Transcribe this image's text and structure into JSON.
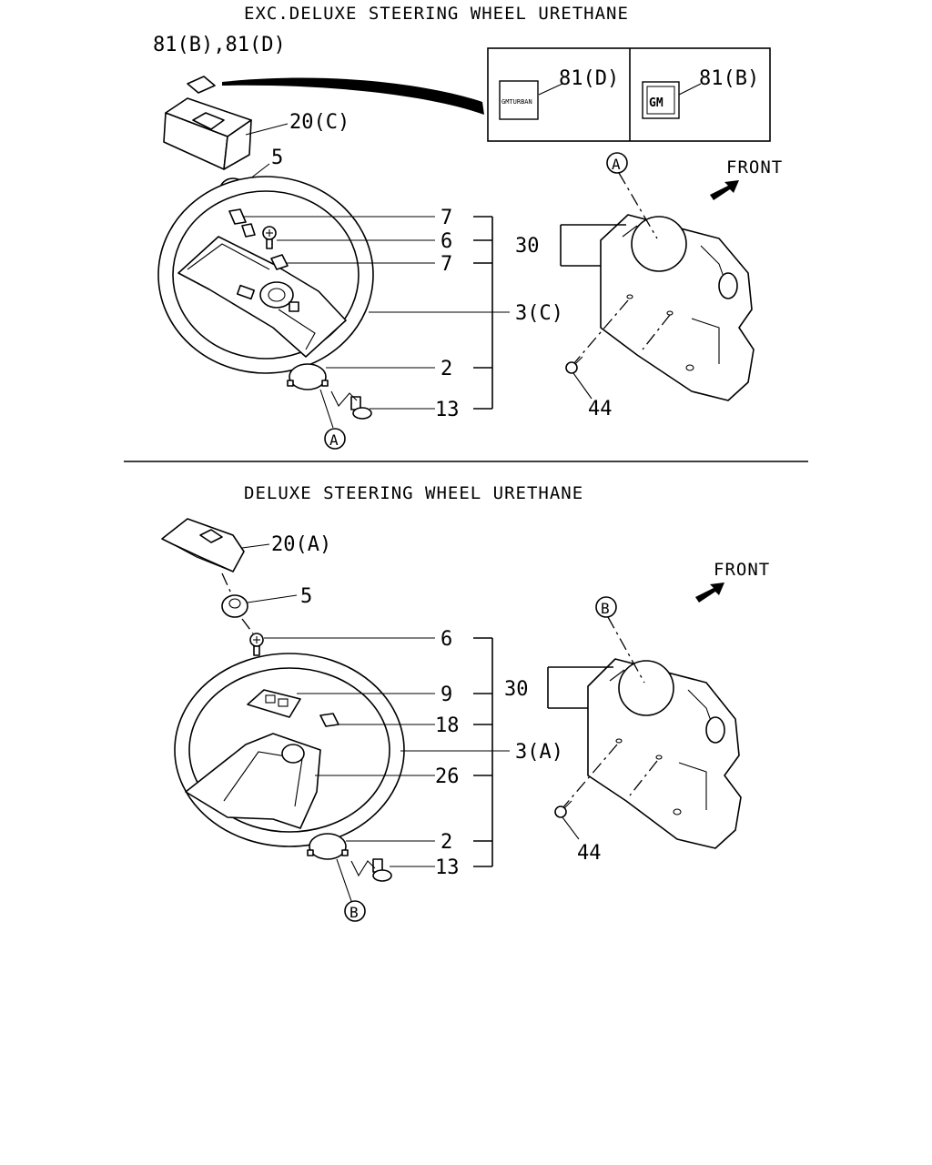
{
  "sections": [
    {
      "title": "EXC.DELUXE STEERING WHEEL URETHANE",
      "callouts": {
        "badge": "81(B),81(D)",
        "pad": "20(C)",
        "cap": "5",
        "clip_upper": "7",
        "screw": "6",
        "clip_lower": "7",
        "wheel": "3(C)",
        "ring": "2",
        "bolt": "13",
        "column_cover": "30",
        "column_screw": "44",
        "ref_ring": "A",
        "ref_column": "A"
      },
      "inset": {
        "left_label": "81(D)",
        "left_badge_text": "GMTURBAN",
        "right_label": "81(B)",
        "right_badge_text": "GM"
      },
      "front_label": "FRONT"
    },
    {
      "title": "DELUXE STEERING WHEEL URETHANE",
      "callouts": {
        "pad": "20(A)",
        "cap": "5",
        "screw": "6",
        "switch": "9",
        "clip": "18",
        "wheel": "3(A)",
        "horn_plate": "26",
        "ring": "2",
        "bolt": "13",
        "column_cover": "30",
        "column_screw": "44",
        "ref_ring": "B",
        "ref_column": "B"
      },
      "front_label": "FRONT"
    }
  ],
  "colors": {
    "ink": "#000000",
    "paper": "#ffffff"
  }
}
